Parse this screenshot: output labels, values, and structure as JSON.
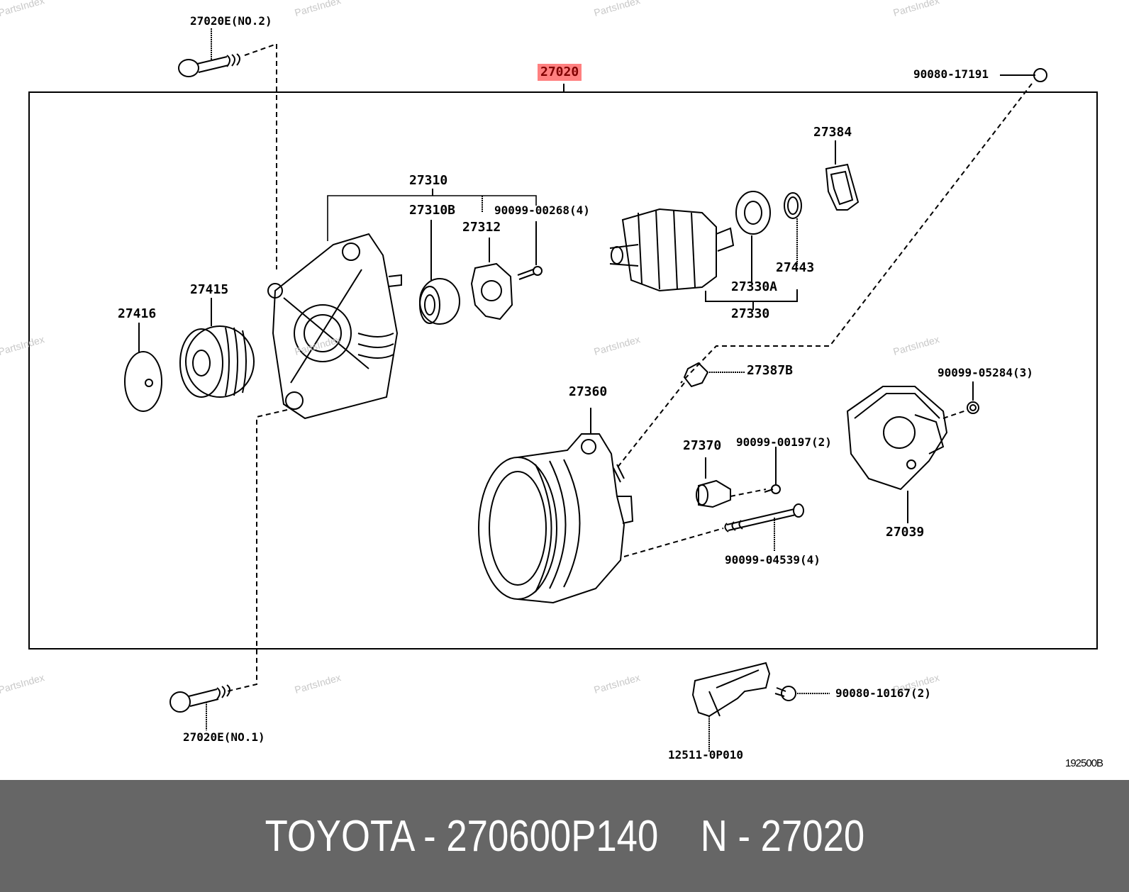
{
  "diagram": {
    "main_part": "27020",
    "figure_code": "192500B",
    "watermark": "PartsIndex",
    "labels": {
      "p27020E_no2": "27020E(NO.2)",
      "p27020E_no1": "27020E(NO.1)",
      "p90080_17191": "90080-17191",
      "p27310": "27310",
      "p27310B": "27310B",
      "p90099_00268": "90099-00268(4)",
      "p27312": "27312",
      "p27384": "27384",
      "p27443": "27443",
      "p27330A": "27330A",
      "p27330": "27330",
      "p27415": "27415",
      "p27416": "27416",
      "p27387B": "27387B",
      "p90099_05284": "90099-05284(3)",
      "p27360": "27360",
      "p27370": "27370",
      "p90099_00197": "90099-00197(2)",
      "p90099_04539": "90099-04539(4)",
      "p27039": "27039",
      "p90080_10167": "90080-10167(2)",
      "p12511_0P010": "12511-0P010"
    }
  },
  "footer": {
    "brand_part": "TOYOTA - 270600P140",
    "ref": "N - 27020"
  }
}
